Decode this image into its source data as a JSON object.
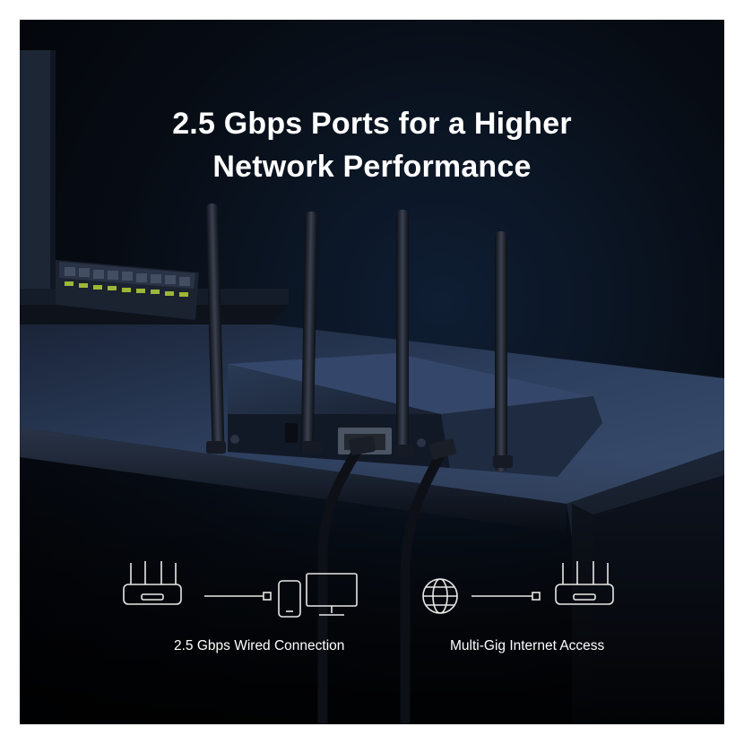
{
  "headline": {
    "line1": "2.5 Gbps Ports for a Higher",
    "line2": "Network Performance"
  },
  "diagrams": {
    "left_caption": "2.5 Gbps Wired Connection",
    "right_caption": "Multi-Gig Internet Access"
  },
  "colors": {
    "background": "#05080f",
    "desk": "#2a3a55",
    "accent_keys": "#b6d23a",
    "text": "#ffffff"
  }
}
